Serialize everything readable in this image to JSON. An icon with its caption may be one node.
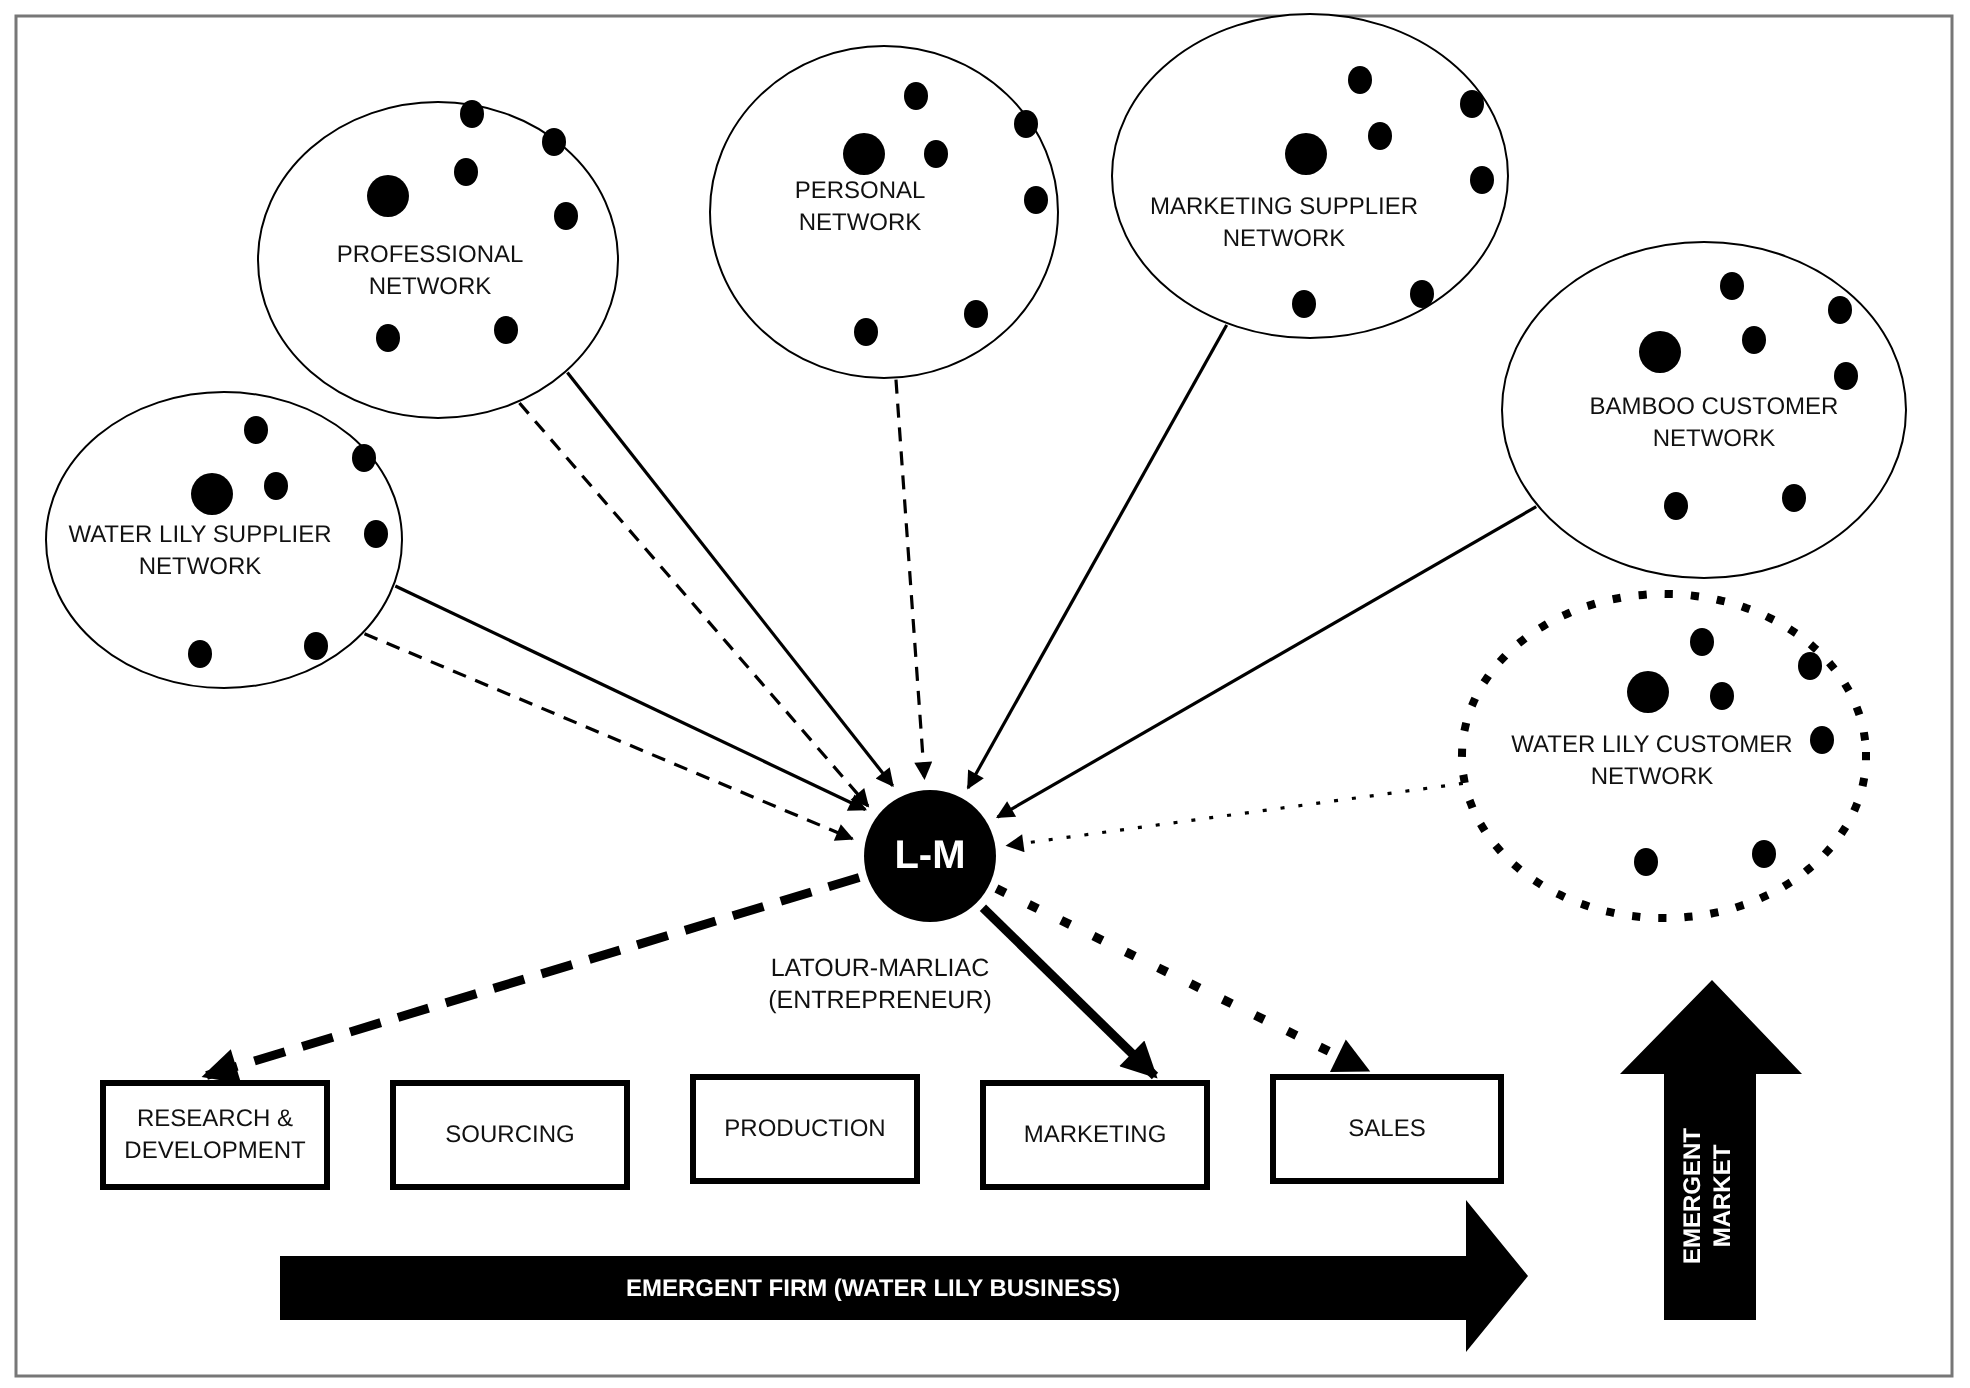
{
  "diagram": {
    "nodes": [
      {
        "text": [
          "WATER LILY SUPPLIER NETWORK"
        ]
      },
      {
        "text": [
          "PROFESSIONAL NETWORK"
        ]
      },
      {
        "text": [
          "PERSONAL NETWORK"
        ]
      },
      {
        "text": [
          "MARKETING SUPPLIER NETWORK"
        ]
      },
      {
        "text": [
          "BAMBOO CUSTOMER NETWORK"
        ]
      },
      {
        "text": [
          "WATER LILY CUSTOMER NETWORK"
        ]
      },
      {
        "text": [
          "L-M"
        ],
        "beside": [
          "LATOUR-MARLIAC (ENTREPRENEUR)"
        ]
      },
      {
        "text": [
          "RESEARCH & DEVELOPMENT"
        ]
      },
      {
        "text": [
          "SOURCING"
        ]
      },
      {
        "text": [
          "PRODUCTION"
        ]
      },
      {
        "text": [
          "MARKETING"
        ]
      },
      {
        "text": [
          "SALES"
        ]
      },
      {
        "text": [
          "EMERGENT FIRM (WATER LILY BUSINESS)"
        ]
      },
      {
        "text": [
          "EMERGENT MARKET"
        ]
      }
    ],
    "edges": [
      {
        "from": 0,
        "to": 6,
        "arrow": "to"
      },
      {
        "from": 0,
        "to": 6,
        "arrow": "to",
        "style": "dashed"
      },
      {
        "from": 1,
        "to": 6,
        "arrow": "to",
        "style": "dashed"
      },
      {
        "from": 1,
        "to": 6,
        "arrow": "to"
      },
      {
        "from": 2,
        "to": 6,
        "arrow": "to",
        "style": "dashed"
      },
      {
        "from": 3,
        "to": 6,
        "arrow": "to"
      },
      {
        "from": 4,
        "to": 6,
        "arrow": "to"
      },
      {
        "from": 5,
        "to": 6,
        "arrow": "to",
        "style": "dashed"
      },
      {
        "from": 6,
        "to": 7,
        "arrow": "to",
        "style": "dashed"
      },
      {
        "from": 6,
        "to": 10,
        "arrow": "to",
        "style": "thick"
      },
      {
        "from": 6,
        "to": 11,
        "arrow": "to",
        "style": "dashed"
      }
    ]
  }
}
